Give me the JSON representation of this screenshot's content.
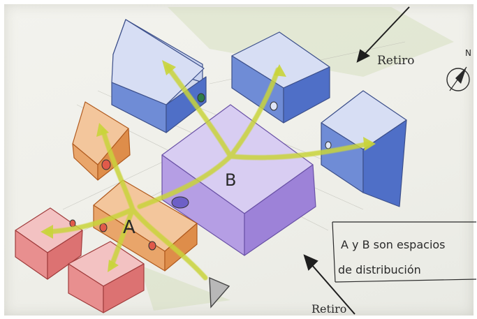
{
  "labels": {
    "space_a": "A",
    "space_b": "B",
    "wind_top": "Retiro",
    "wind_bottom": "Retiro",
    "north": "N",
    "note_line1": "A y B son espacios",
    "note_line2": "de distribución"
  },
  "colors": {
    "paper": "#efefe9",
    "volume_blue": "#5f7fd0",
    "volume_purple": "#a98fdc",
    "volume_orange": "#e8a060",
    "volume_red": "#e07a7a",
    "flow_arrow": "#c9d43a",
    "pencil": "#2a2a2a"
  },
  "icons": {
    "north_compass": "compass-icon",
    "entry_marker": "triangle-marker-icon"
  }
}
